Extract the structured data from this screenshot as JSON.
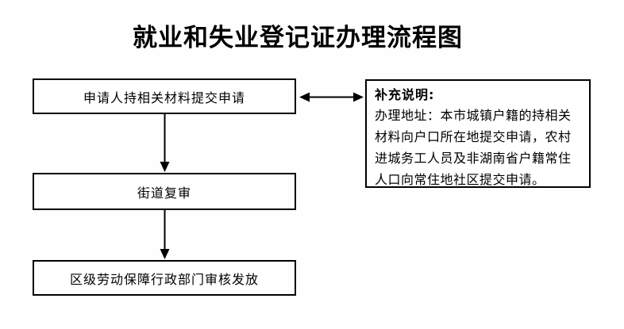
{
  "title": "就业和失业登记证办理流程图",
  "colors": {
    "background": "#ffffff",
    "line": "#000000",
    "text": "#000000"
  },
  "flowchart": {
    "steps": [
      {
        "label": "申请人持相关材料提交申请"
      },
      {
        "label": "街道复审"
      },
      {
        "label": "区级劳动保障行政部门审核发放"
      }
    ],
    "note": {
      "heading": "补充说明:",
      "body": "办理地址：本市城镇户籍的持相关材料向户口所在地提交申请，农村进城务工人员及非湖南省户籍常住人口向常住地社区提交申请。"
    },
    "connectors": [
      {
        "name": "step1-note-double-arrow",
        "type": "double-arrow"
      },
      {
        "name": "step1-to-step2-arrow",
        "type": "down-arrow"
      },
      {
        "name": "step2-to-step3-arrow",
        "type": "down-arrow"
      }
    ]
  }
}
